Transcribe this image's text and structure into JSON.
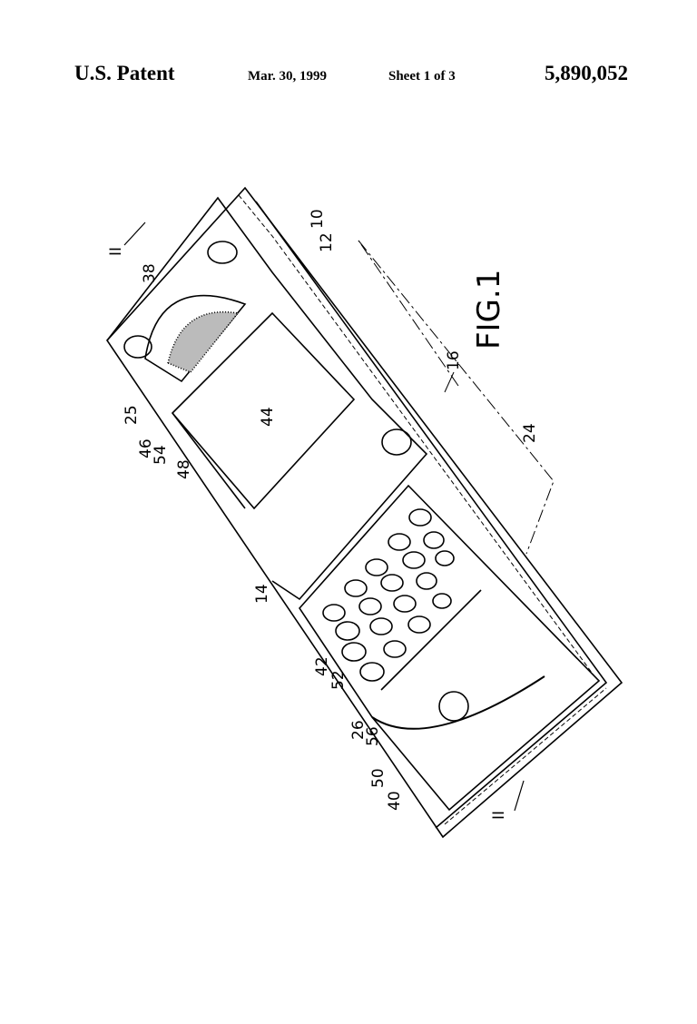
{
  "header": {
    "left": "U.S. Patent",
    "date": "Mar. 30, 1999",
    "sheet": "Sheet 1 of 3",
    "patent_number": "5,890,052"
  },
  "figure": {
    "title": "FIG.1",
    "section_marks": [
      "II",
      "II"
    ],
    "reference_numerals": {
      "n10": "10",
      "n12": "12",
      "n14": "14",
      "n16": "16",
      "n24": "24",
      "n25": "25",
      "n26": "26",
      "n38": "38",
      "n40": "40",
      "n42": "42",
      "n44": "44",
      "n46": "46",
      "n48": "48",
      "n50": "50",
      "n52": "52",
      "n54": "54",
      "n56": "56"
    }
  }
}
